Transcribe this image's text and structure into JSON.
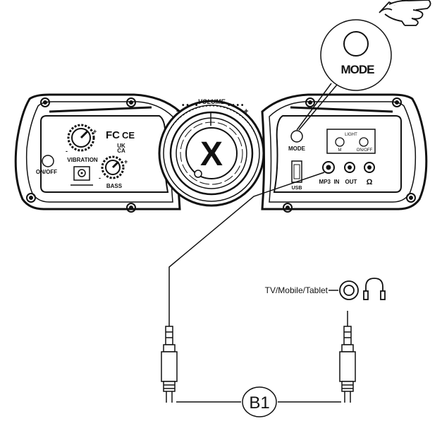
{
  "device": {
    "volume_label": "VOLUME",
    "volume_minus": "-",
    "volume_plus": "+",
    "logo_letter": "X",
    "left_panel": {
      "vibration_label": "VIBRATION",
      "bass_label": "BASS",
      "on_off_label": "ON/OFF",
      "knob_minus": "-",
      "knob_plus": "+",
      "cert_fc": "FC",
      "cert_ce": "CE",
      "cert_uk": "UK",
      "cert_ca": "CA"
    },
    "right_panel": {
      "mode_label": "MODE",
      "light_label": "LIGHT",
      "light_m_label": "M",
      "light_onoff_label": "ON/OFF",
      "usb_label": "USB",
      "mp3in_label": "MP3  IN",
      "out_label": "OUT",
      "headphone_symbol": "Ω"
    }
  },
  "callout": {
    "mode_label": "MODE"
  },
  "connection": {
    "source_label": "TV/Mobile/Tablet",
    "cable_label": "B1"
  }
}
